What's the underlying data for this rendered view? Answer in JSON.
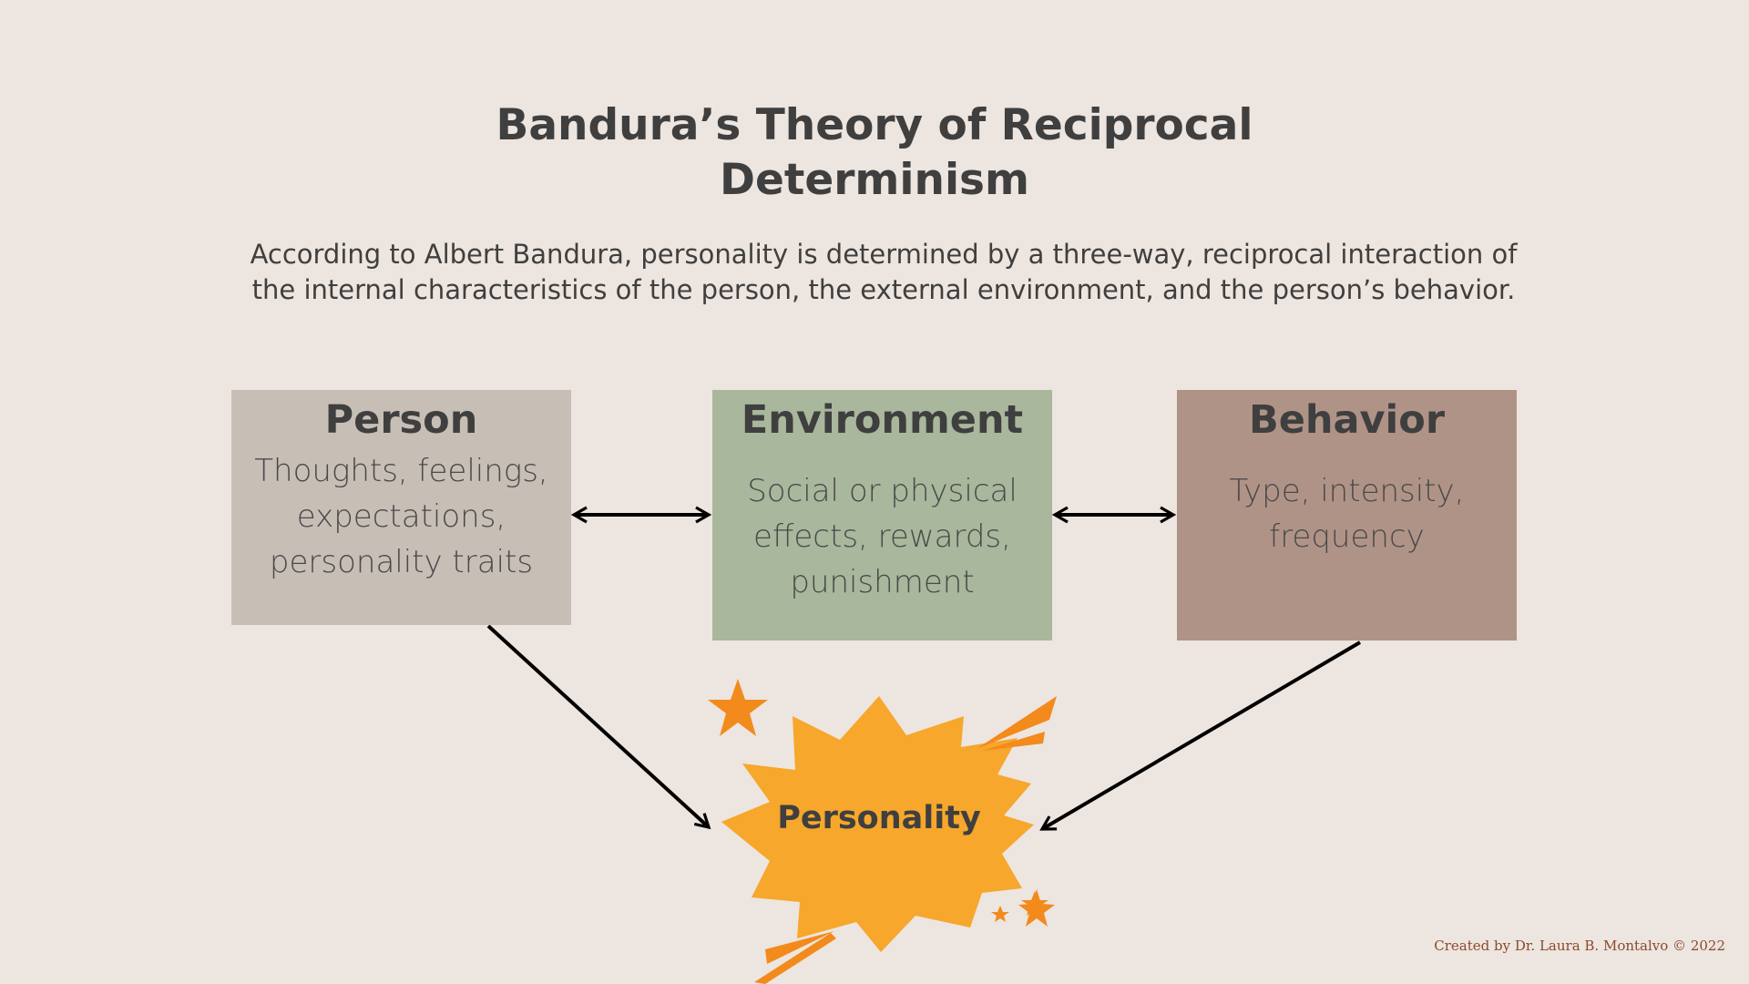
{
  "title": "Bandura’s Theory of Reciprocal\nDeterminism",
  "title_line1": "Bandura’s Theory of Reciprocal",
  "title_line2": "Determinism",
  "subtitle_line1": "According to Albert Bandura, personality is determined by a three-way, reciprocal interaction of",
  "subtitle_line2": "the internal characteristics of the person, the external environment, and the person’s behavior.",
  "boxes": {
    "person": {
      "title": "Person",
      "description": "Thoughts, feelings,\nexpectations,\npersonality traits",
      "color": "#c7beb6"
    },
    "environment": {
      "title": "Environment",
      "description": "Social or physical\neffects, rewards,\npunishment",
      "color": "#a9b79d"
    },
    "behavior": {
      "title": "Behavior",
      "description": "Type, intensity,\nfrequency",
      "color": "#b09387"
    }
  },
  "center": {
    "label": "Personality",
    "color": "#f6a72c",
    "accent_color": "#f28a1c"
  },
  "credit": "Created by Dr. Laura B. Montalvo © 2022"
}
